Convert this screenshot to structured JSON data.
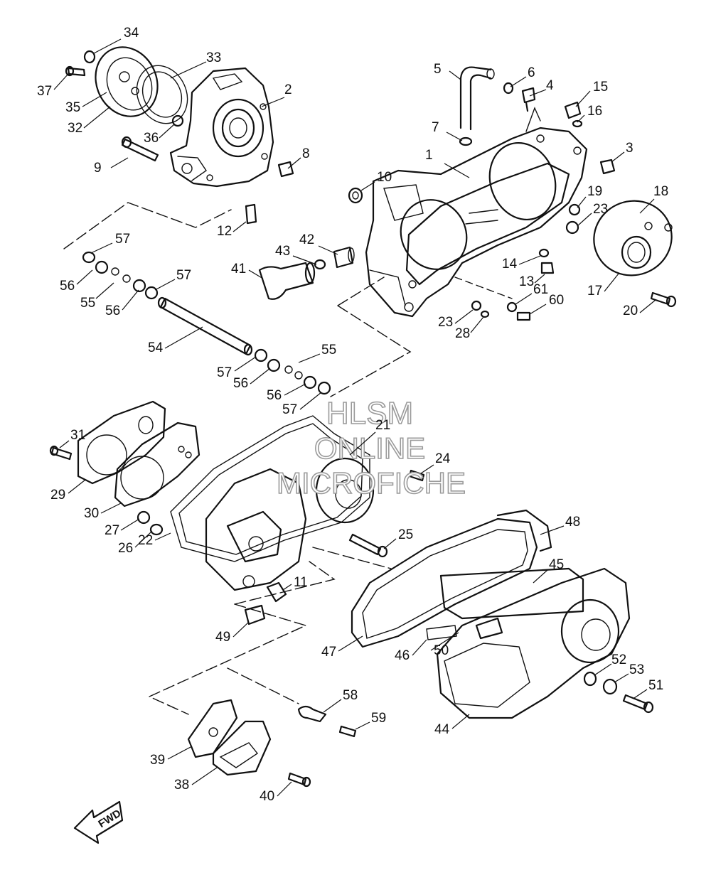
{
  "watermark": {
    "line1": "HLSM",
    "line2": "ONLINE",
    "line3": "MICROFICHE"
  },
  "direction_label": "FWD",
  "callouts": [
    "1",
    "2",
    "3",
    "4",
    "5",
    "6",
    "7",
    "8",
    "9",
    "10",
    "11",
    "12",
    "13",
    "14",
    "15",
    "16",
    "17",
    "18",
    "19",
    "20",
    "21",
    "22",
    "23",
    "23",
    "24",
    "25",
    "26",
    "27",
    "28",
    "29",
    "30",
    "31",
    "32",
    "33",
    "34",
    "35",
    "36",
    "37",
    "38",
    "39",
    "40",
    "41",
    "42",
    "43",
    "44",
    "45",
    "46",
    "47",
    "48",
    "49",
    "50",
    "51",
    "52",
    "53",
    "54",
    "55",
    "55",
    "56",
    "56",
    "56",
    "56",
    "57",
    "57",
    "57",
    "57",
    "58",
    "59",
    "60",
    "61"
  ],
  "colors": {
    "line": "#111111",
    "background": "#ffffff",
    "watermark_outline": "#9a9a9a"
  }
}
